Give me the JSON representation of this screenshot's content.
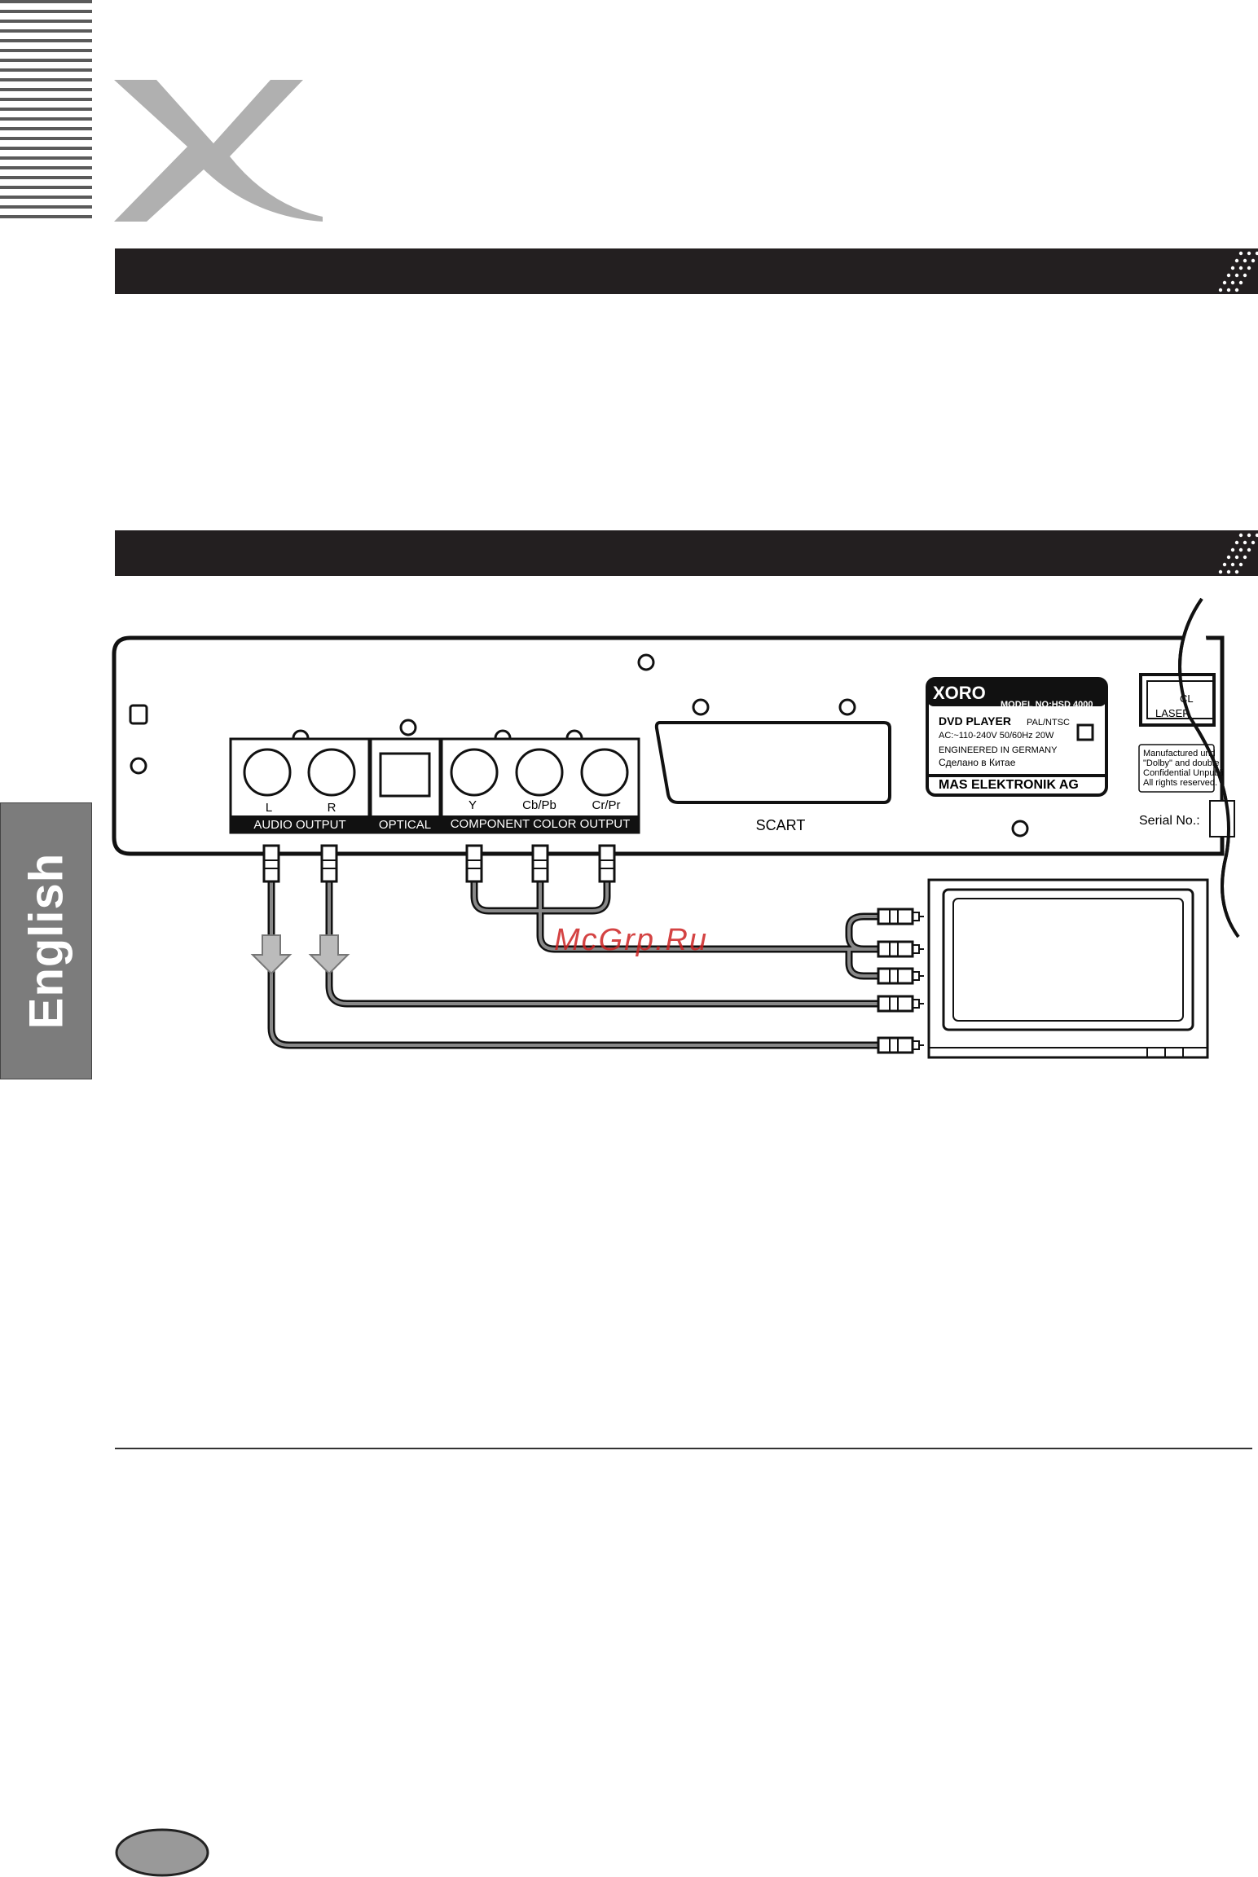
{
  "brand": {
    "logo_letter": "X"
  },
  "side_tab": {
    "label": "English"
  },
  "device_panel": {
    "audio_output": {
      "left": "L",
      "right": "R",
      "label": "AUDIO OUTPUT"
    },
    "optical": {
      "label": "OPTICAL"
    },
    "component": {
      "y": "Y",
      "cb": "Cb/Pb",
      "cr": "Cr/Pr",
      "label": "COMPONENT COLOR OUTPUT"
    },
    "scart": {
      "label": "SCART"
    },
    "rating_label": {
      "brand": "XORO",
      "model": "MODEL NO:HSD 4000",
      "product": "DVD PLAYER",
      "system": "PAL/NTSC",
      "power": "AC:~110-240V 50/60Hz 20W",
      "engineered": "ENGINEERED IN GERMANY",
      "made_in": "Сделано в Китае",
      "company": "MAS ELEKTRONIK AG"
    },
    "laser_label": {
      "line1": "CL",
      "line2": "LASER"
    },
    "dolby_notice": {
      "line1": "Manufactured und",
      "line2": "\"Dolby\" and double",
      "line3": "Confidential Unpubli",
      "line4": "All rights reserved."
    },
    "serial": {
      "label": "Serial No.:"
    }
  },
  "watermark": {
    "text": "McGrp.Ru"
  },
  "colors": {
    "bar": "#231f20",
    "tab": "#7c7c7c",
    "logo": "#b0b0b0",
    "watermark": "#cc2222"
  }
}
